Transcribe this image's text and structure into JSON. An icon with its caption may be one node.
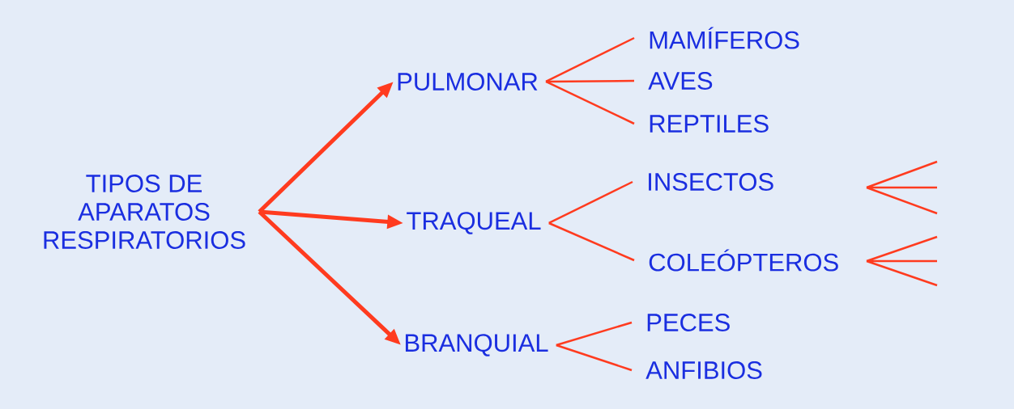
{
  "diagram": {
    "nodes": [
      {
        "text": [
          "TIPOS DE APARATOS RESPIRATORIOS"
        ]
      },
      {
        "text": [
          "PULMONAR"
        ]
      },
      {
        "text": [
          "TRAQUEAL"
        ]
      },
      {
        "text": [
          "BRANQUIAL"
        ]
      },
      {
        "text": [
          "MAMÍFEROS"
        ]
      },
      {
        "text": [
          "AVES"
        ]
      },
      {
        "text": [
          "REPTILES"
        ]
      },
      {
        "text": [
          "INSECTOS"
        ]
      },
      {
        "text": [
          "COLEÓPTEROS"
        ]
      },
      {
        "text": [
          "PECES"
        ]
      },
      {
        "text": [
          "ANFIBIOS"
        ]
      }
    ],
    "edges": [
      {
        "from": 0,
        "to": 1,
        "arrow": "to",
        "style": "thick"
      },
      {
        "from": 0,
        "to": 2,
        "arrow": "to",
        "style": "thick"
      },
      {
        "from": 0,
        "to": 3,
        "arrow": "to",
        "style": "thick"
      },
      {
        "from": 1,
        "to": 4,
        "arrow": "none"
      },
      {
        "from": 1,
        "to": 5,
        "arrow": "none"
      },
      {
        "from": 1,
        "to": 6,
        "arrow": "none"
      },
      {
        "from": 2,
        "to": 7,
        "arrow": "none"
      },
      {
        "from": 2,
        "to": 8,
        "arrow": "none"
      },
      {
        "from": 3,
        "to": 9,
        "arrow": "none"
      },
      {
        "from": 3,
        "to": 10,
        "arrow": "none"
      }
    ]
  }
}
